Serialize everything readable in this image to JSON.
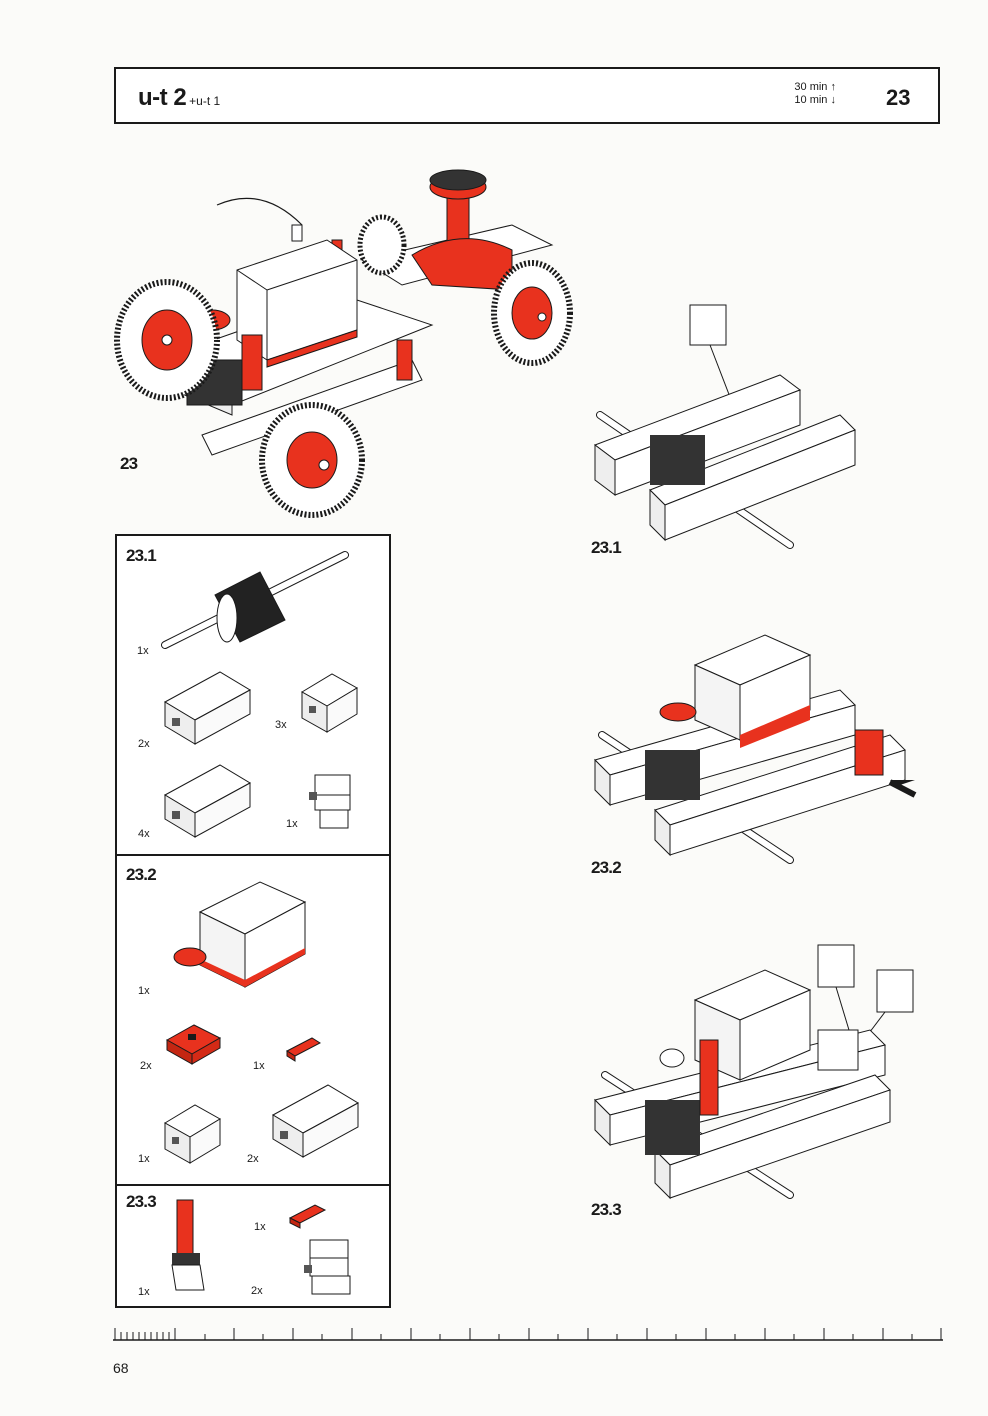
{
  "header": {
    "model": "u-t 2",
    "prerequisite": "+u-t 1",
    "time_build": "30 min",
    "time_disassemble": "10 min",
    "step_number": "23"
  },
  "main_figure": {
    "label": "23"
  },
  "steps": [
    {
      "label": "23.1",
      "parts": [
        {
          "qty": "1x",
          "name": "gear-axle"
        },
        {
          "qty": "2x",
          "name": "building-block-30"
        },
        {
          "qty": "3x",
          "name": "building-block-15"
        },
        {
          "qty": "4x",
          "name": "building-block-30-long"
        },
        {
          "qty": "1x",
          "name": "clip-connector"
        }
      ]
    },
    {
      "label": "23.2",
      "parts": [
        {
          "qty": "1x",
          "name": "motor"
        },
        {
          "qty": "2x",
          "name": "red-base-plate"
        },
        {
          "qty": "1x",
          "name": "red-connector"
        },
        {
          "qty": "1x",
          "name": "building-block-15"
        },
        {
          "qty": "2x",
          "name": "building-block-30"
        }
      ]
    },
    {
      "label": "23.3",
      "parts": [
        {
          "qty": "1x",
          "name": "worm-gear-assembly"
        },
        {
          "qty": "1x",
          "name": "red-connector"
        },
        {
          "qty": "2x",
          "name": "clip-connector"
        }
      ]
    }
  ],
  "page_number": "68",
  "colors": {
    "accent": "#e8321e",
    "ink": "#1a1a1a",
    "paper": "#fbfbf9"
  }
}
